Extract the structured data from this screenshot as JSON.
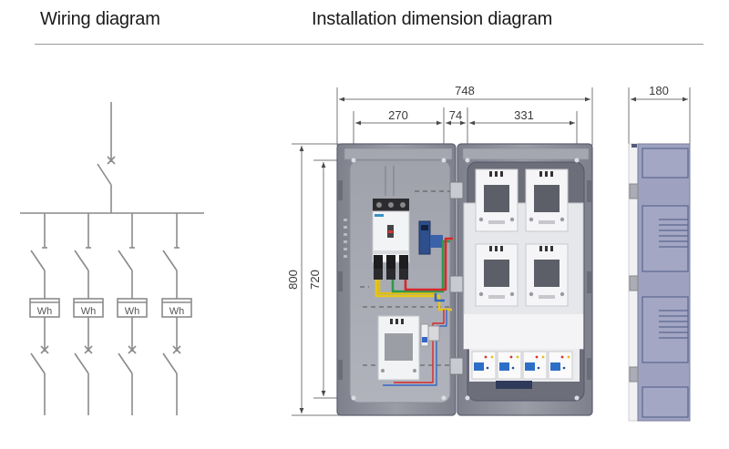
{
  "headings": {
    "wiring": "Wiring diagram",
    "installation": "Installation dimension diagram"
  },
  "wiring_diagram": {
    "main_breaker": {
      "symbol": "x",
      "type": "circuit-breaker"
    },
    "busbar": "horizontal",
    "branch_count": 4,
    "branches": [
      {
        "isolator": "switch",
        "meter_label": "Wh",
        "breaker_symbol": "x"
      },
      {
        "isolator": "switch",
        "meter_label": "Wh",
        "breaker_symbol": "x"
      },
      {
        "isolator": "switch",
        "meter_label": "Wh",
        "breaker_symbol": "x"
      },
      {
        "isolator": "switch",
        "meter_label": "Wh",
        "breaker_symbol": "x"
      }
    ]
  },
  "dimensions": {
    "total_width": "748",
    "left_section": "270",
    "middle_section": "74",
    "right_section": "331",
    "depth": "180",
    "total_height": "800",
    "inner_height": "720"
  },
  "enclosure": {
    "left_compartment": {
      "components": [
        "main-mccb-3-pole",
        "terminal-block",
        "single-meter-socket",
        "neutral-terminal"
      ],
      "wire_colors": [
        "#e6c619",
        "#2e9a4c",
        "#d8282b",
        "#3566c4"
      ]
    },
    "right_compartment": {
      "meter_sockets": 4,
      "branch_breakers": 4,
      "breaker_accent": "#2d6fc7"
    },
    "colors": {
      "housing": "#8d8f9a",
      "inner_panel": "#a7a9b3",
      "side_view": "#9ea2c0"
    }
  }
}
